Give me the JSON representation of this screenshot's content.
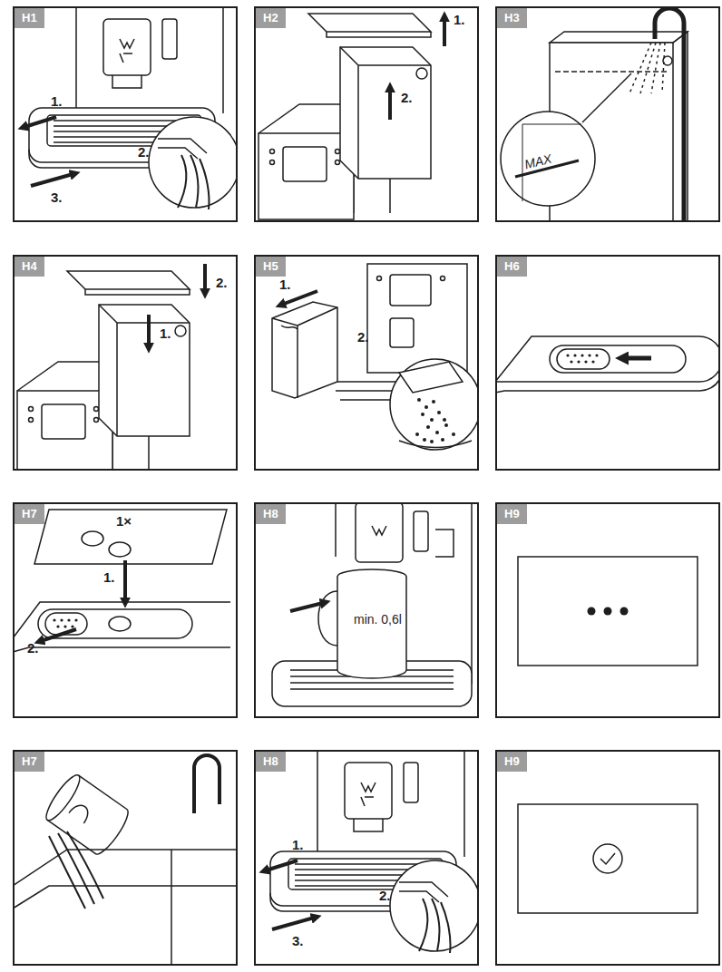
{
  "diagram": {
    "nodes": [
      {
        "text": [
          "H1",
          "1.",
          "2.",
          "3."
        ]
      },
      {
        "text": [
          "H2",
          "1.",
          "2."
        ]
      },
      {
        "text": [
          "H3",
          "MAX"
        ]
      },
      {
        "text": [
          "H4",
          "2.",
          "1."
        ]
      },
      {
        "text": [
          "H5",
          "1.",
          "2."
        ]
      },
      {
        "text": [
          "H6"
        ]
      },
      {
        "text": [
          "H7",
          "1×",
          "1.",
          "2."
        ]
      },
      {
        "text": [
          "H8",
          "min. 0,6l"
        ]
      },
      {
        "text": [
          "H9"
        ]
      },
      {
        "text": [
          "H7"
        ]
      },
      {
        "text": [
          "H8",
          "1.",
          "2.",
          "3."
        ]
      },
      {
        "text": [
          "H9"
        ]
      }
    ]
  }
}
